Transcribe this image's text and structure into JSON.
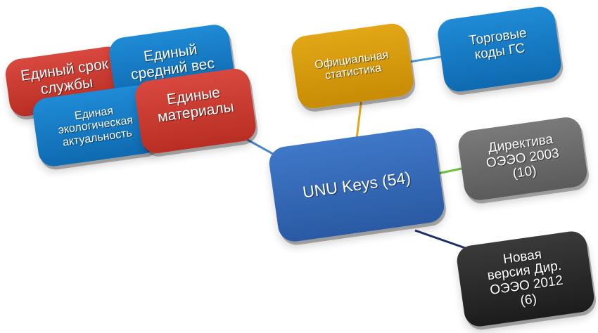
{
  "diagram": {
    "center": {
      "label": "UNU Keys (54)",
      "color": "#3567b5"
    },
    "nodes": {
      "srok": {
        "lines": [
          "Единый срок",
          "службы"
        ],
        "color": "#c9382e"
      },
      "ves": {
        "lines": [
          "Единый",
          "средний вес"
        ],
        "color": "#167bc4"
      },
      "aktualnost": {
        "lines": [
          "Единая",
          "экологическая",
          "актуальность"
        ],
        "color": "#167bc4"
      },
      "materialy": {
        "lines": [
          "Единые",
          "материалы"
        ],
        "color": "#c9382e"
      },
      "statistika": {
        "lines": [
          "Официальная",
          "статистика"
        ],
        "color": "#d59a0c"
      },
      "kody": {
        "lines": [
          "Торговые",
          "коды ГС"
        ],
        "color": "#167bc4"
      },
      "dir2003": {
        "lines": [
          "Директива",
          "ОЭЭО 2003",
          "(10)"
        ],
        "color": "#6b6b6b"
      },
      "dir2012": {
        "lines": [
          "Новая",
          "версия Дир.",
          "ОЭЭО 2012",
          "(6)"
        ],
        "color": "#2a2a2a"
      }
    },
    "connector_colors": {
      "left": "#4a86c5",
      "statistika": "#e2a716",
      "kody": "#4a9ad8",
      "dir2003": "#6cbf3a",
      "dir2012": "#1c2f6b"
    }
  }
}
